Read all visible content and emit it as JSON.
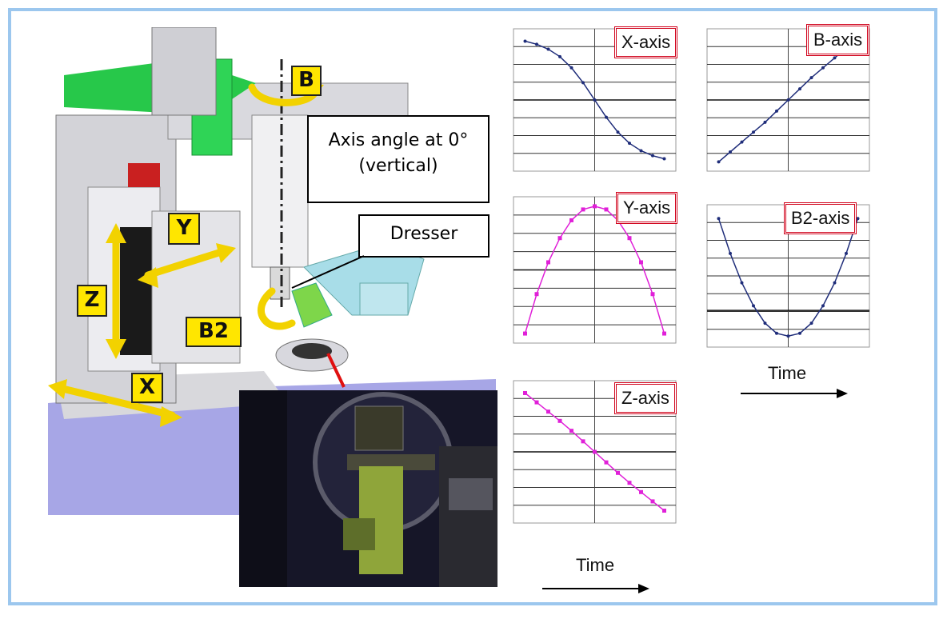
{
  "illustration": {
    "axis_letters": {
      "b": "B",
      "y": "Y",
      "z": "Z",
      "b2": "B2",
      "x": "X"
    },
    "angle_note": [
      "Axis angle at 0°",
      "(vertical)"
    ],
    "dresser_note": "Dresser"
  },
  "time_labels": {
    "right": "Time",
    "bottom": "Time"
  },
  "colors": {
    "frame": "#9cc7ee",
    "title_border": "#d0021b",
    "navy_series": "#1f2d7a",
    "magenta_series": "#e020d8",
    "label_yellow": "#ffe600",
    "arrow_yellow": "#f2d200"
  },
  "chart_data": [
    {
      "type": "line",
      "title": "X-axis",
      "color": "navy",
      "x": [
        -6,
        -5,
        -4,
        -3,
        -2,
        -1,
        0,
        1,
        2,
        3,
        4,
        5,
        6
      ],
      "y": [
        0.95,
        0.9,
        0.82,
        0.7,
        0.52,
        0.28,
        0,
        -0.28,
        -0.52,
        -0.7,
        -0.82,
        -0.9,
        -0.95
      ],
      "ylim": [
        -1.15,
        1.15
      ],
      "xlim": [
        -7,
        7
      ],
      "grid": true
    },
    {
      "type": "line",
      "title": "B-axis",
      "color": "navy",
      "x": [
        -6,
        -5,
        -4,
        -3,
        -2,
        -1,
        0,
        1,
        2,
        3,
        4,
        5,
        6
      ],
      "y": [
        -1.0,
        -0.84,
        -0.68,
        -0.52,
        -0.36,
        -0.18,
        0,
        0.18,
        0.36,
        0.52,
        0.68,
        0.84,
        1.0
      ],
      "ylim": [
        -1.15,
        1.15
      ],
      "xlim": [
        -7,
        7
      ],
      "grid": true
    },
    {
      "type": "line",
      "title": "Y-axis",
      "color": "magenta",
      "x": [
        -6,
        -5,
        -4,
        -3,
        -2,
        -1,
        0,
        1,
        2,
        3,
        4,
        5,
        6
      ],
      "y": [
        -1.0,
        -0.38,
        0.12,
        0.5,
        0.78,
        0.95,
        1.0,
        0.95,
        0.78,
        0.5,
        0.12,
        -0.38,
        -1.0
      ],
      "ylim": [
        -1.15,
        1.15
      ],
      "xlim": [
        -7,
        7
      ],
      "grid": true
    },
    {
      "type": "line",
      "title": "B2-axis",
      "color": "navy",
      "x": [
        -6,
        -5,
        -4,
        -3,
        -2,
        -1,
        0,
        1,
        2,
        3,
        4,
        5,
        6
      ],
      "y": [
        1.0,
        0.62,
        0.3,
        0.05,
        -0.14,
        -0.25,
        -0.28,
        -0.25,
        -0.14,
        0.05,
        0.3,
        0.62,
        1.0
      ],
      "ylim": [
        -0.4,
        1.15
      ],
      "xlim": [
        -7,
        7
      ],
      "grid": true
    },
    {
      "type": "line",
      "title": "Z-axis",
      "color": "magenta",
      "x": [
        -6,
        -5,
        -4,
        -3,
        -2,
        -1,
        0,
        1,
        2,
        3,
        4,
        5,
        6
      ],
      "y": [
        0.95,
        0.8,
        0.65,
        0.5,
        0.34,
        0.17,
        0,
        -0.17,
        -0.34,
        -0.5,
        -0.65,
        -0.8,
        -0.95
      ],
      "ylim": [
        -1.15,
        1.15
      ],
      "xlim": [
        -7,
        7
      ],
      "grid": true
    }
  ]
}
